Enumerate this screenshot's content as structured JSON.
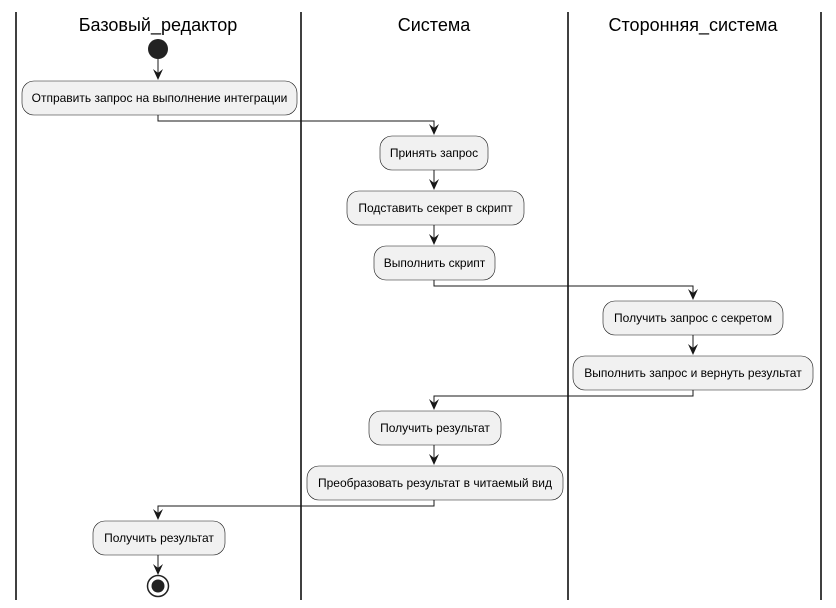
{
  "lanes": [
    {
      "title": "Базовый_редактор"
    },
    {
      "title": "Система"
    },
    {
      "title": "Сторонняя_система"
    }
  ],
  "activities": {
    "send_request": "Отправить запрос на выполнение интеграции",
    "accept_request": "Принять запрос",
    "insert_secret": "Подставить секрет в скрипт",
    "run_script": "Выполнить скрипт",
    "receive_with_secret": "Получить запрос с секретом",
    "run_and_return": "Выполнить запрос и вернуть результат",
    "get_result_system": "Получить результат",
    "transform_result": "Преобразовать результат в читаемый вид",
    "get_result_editor": "Получить результат"
  },
  "flow": [
    [
      "start",
      "send_request"
    ],
    [
      "send_request",
      "accept_request"
    ],
    [
      "accept_request",
      "insert_secret"
    ],
    [
      "insert_secret",
      "run_script"
    ],
    [
      "run_script",
      "receive_with_secret"
    ],
    [
      "receive_with_secret",
      "run_and_return"
    ],
    [
      "run_and_return",
      "get_result_system"
    ],
    [
      "get_result_system",
      "transform_result"
    ],
    [
      "transform_result",
      "get_result_editor"
    ],
    [
      "get_result_editor",
      "end"
    ]
  ]
}
